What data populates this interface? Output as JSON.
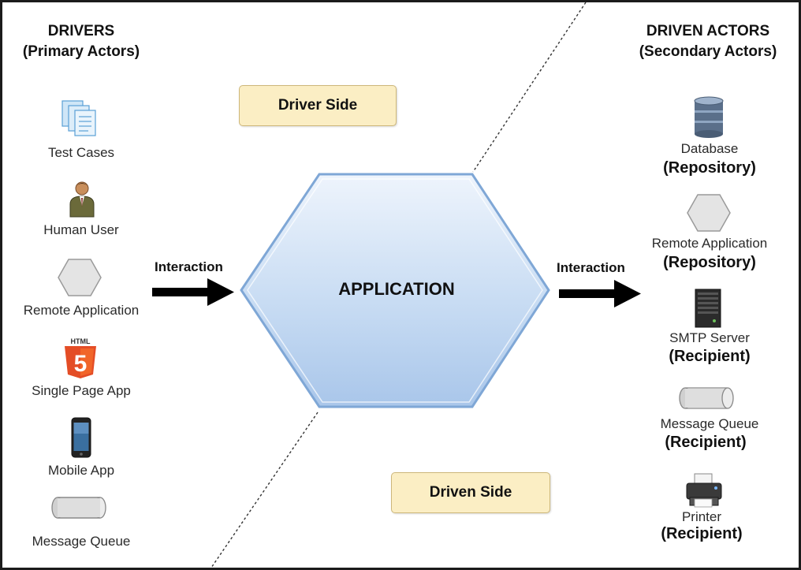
{
  "drivers": {
    "title": "DRIVERS",
    "subtitle": "(Primary Actors)",
    "items": [
      {
        "label": "Test Cases",
        "icon": "documents-icon"
      },
      {
        "label": "Human User",
        "icon": "person-icon"
      },
      {
        "label": "Remote Application",
        "icon": "hexagon-icon"
      },
      {
        "label": "Single Page App",
        "icon": "html5-icon",
        "icon_text": "HTML"
      },
      {
        "label": "Mobile App",
        "icon": "smartphone-icon"
      },
      {
        "label": "Message Queue",
        "icon": "cylinder-icon"
      }
    ]
  },
  "driven": {
    "title": "DRIVEN ACTORS",
    "subtitle": "(Secondary Actors)",
    "items": [
      {
        "label": "Database",
        "role": "(Repository)",
        "icon": "database-icon"
      },
      {
        "label": "Remote Application",
        "role": "(Repository)",
        "icon": "hexagon-icon"
      },
      {
        "label": "SMTP Server",
        "role": "(Recipient)",
        "icon": "server-icon"
      },
      {
        "label": "Message Queue",
        "role": "(Recipient)",
        "icon": "cylinder-icon"
      },
      {
        "label": "Printer",
        "role": "(Recipient)",
        "icon": "printer-icon"
      }
    ]
  },
  "center": {
    "application_label": "APPLICATION",
    "driver_side_label": "Driver Side",
    "driven_side_label": "Driven Side"
  },
  "arrows": {
    "left_label": "Interaction",
    "right_label": "Interaction"
  },
  "colors": {
    "hexagon_fill_top": "#eef4fc",
    "hexagon_fill_bottom": "#a9c6ea",
    "hexagon_stroke": "#7fa7d6",
    "side_box_fill": "#fbeec4",
    "html5_orange": "#e44d26"
  }
}
